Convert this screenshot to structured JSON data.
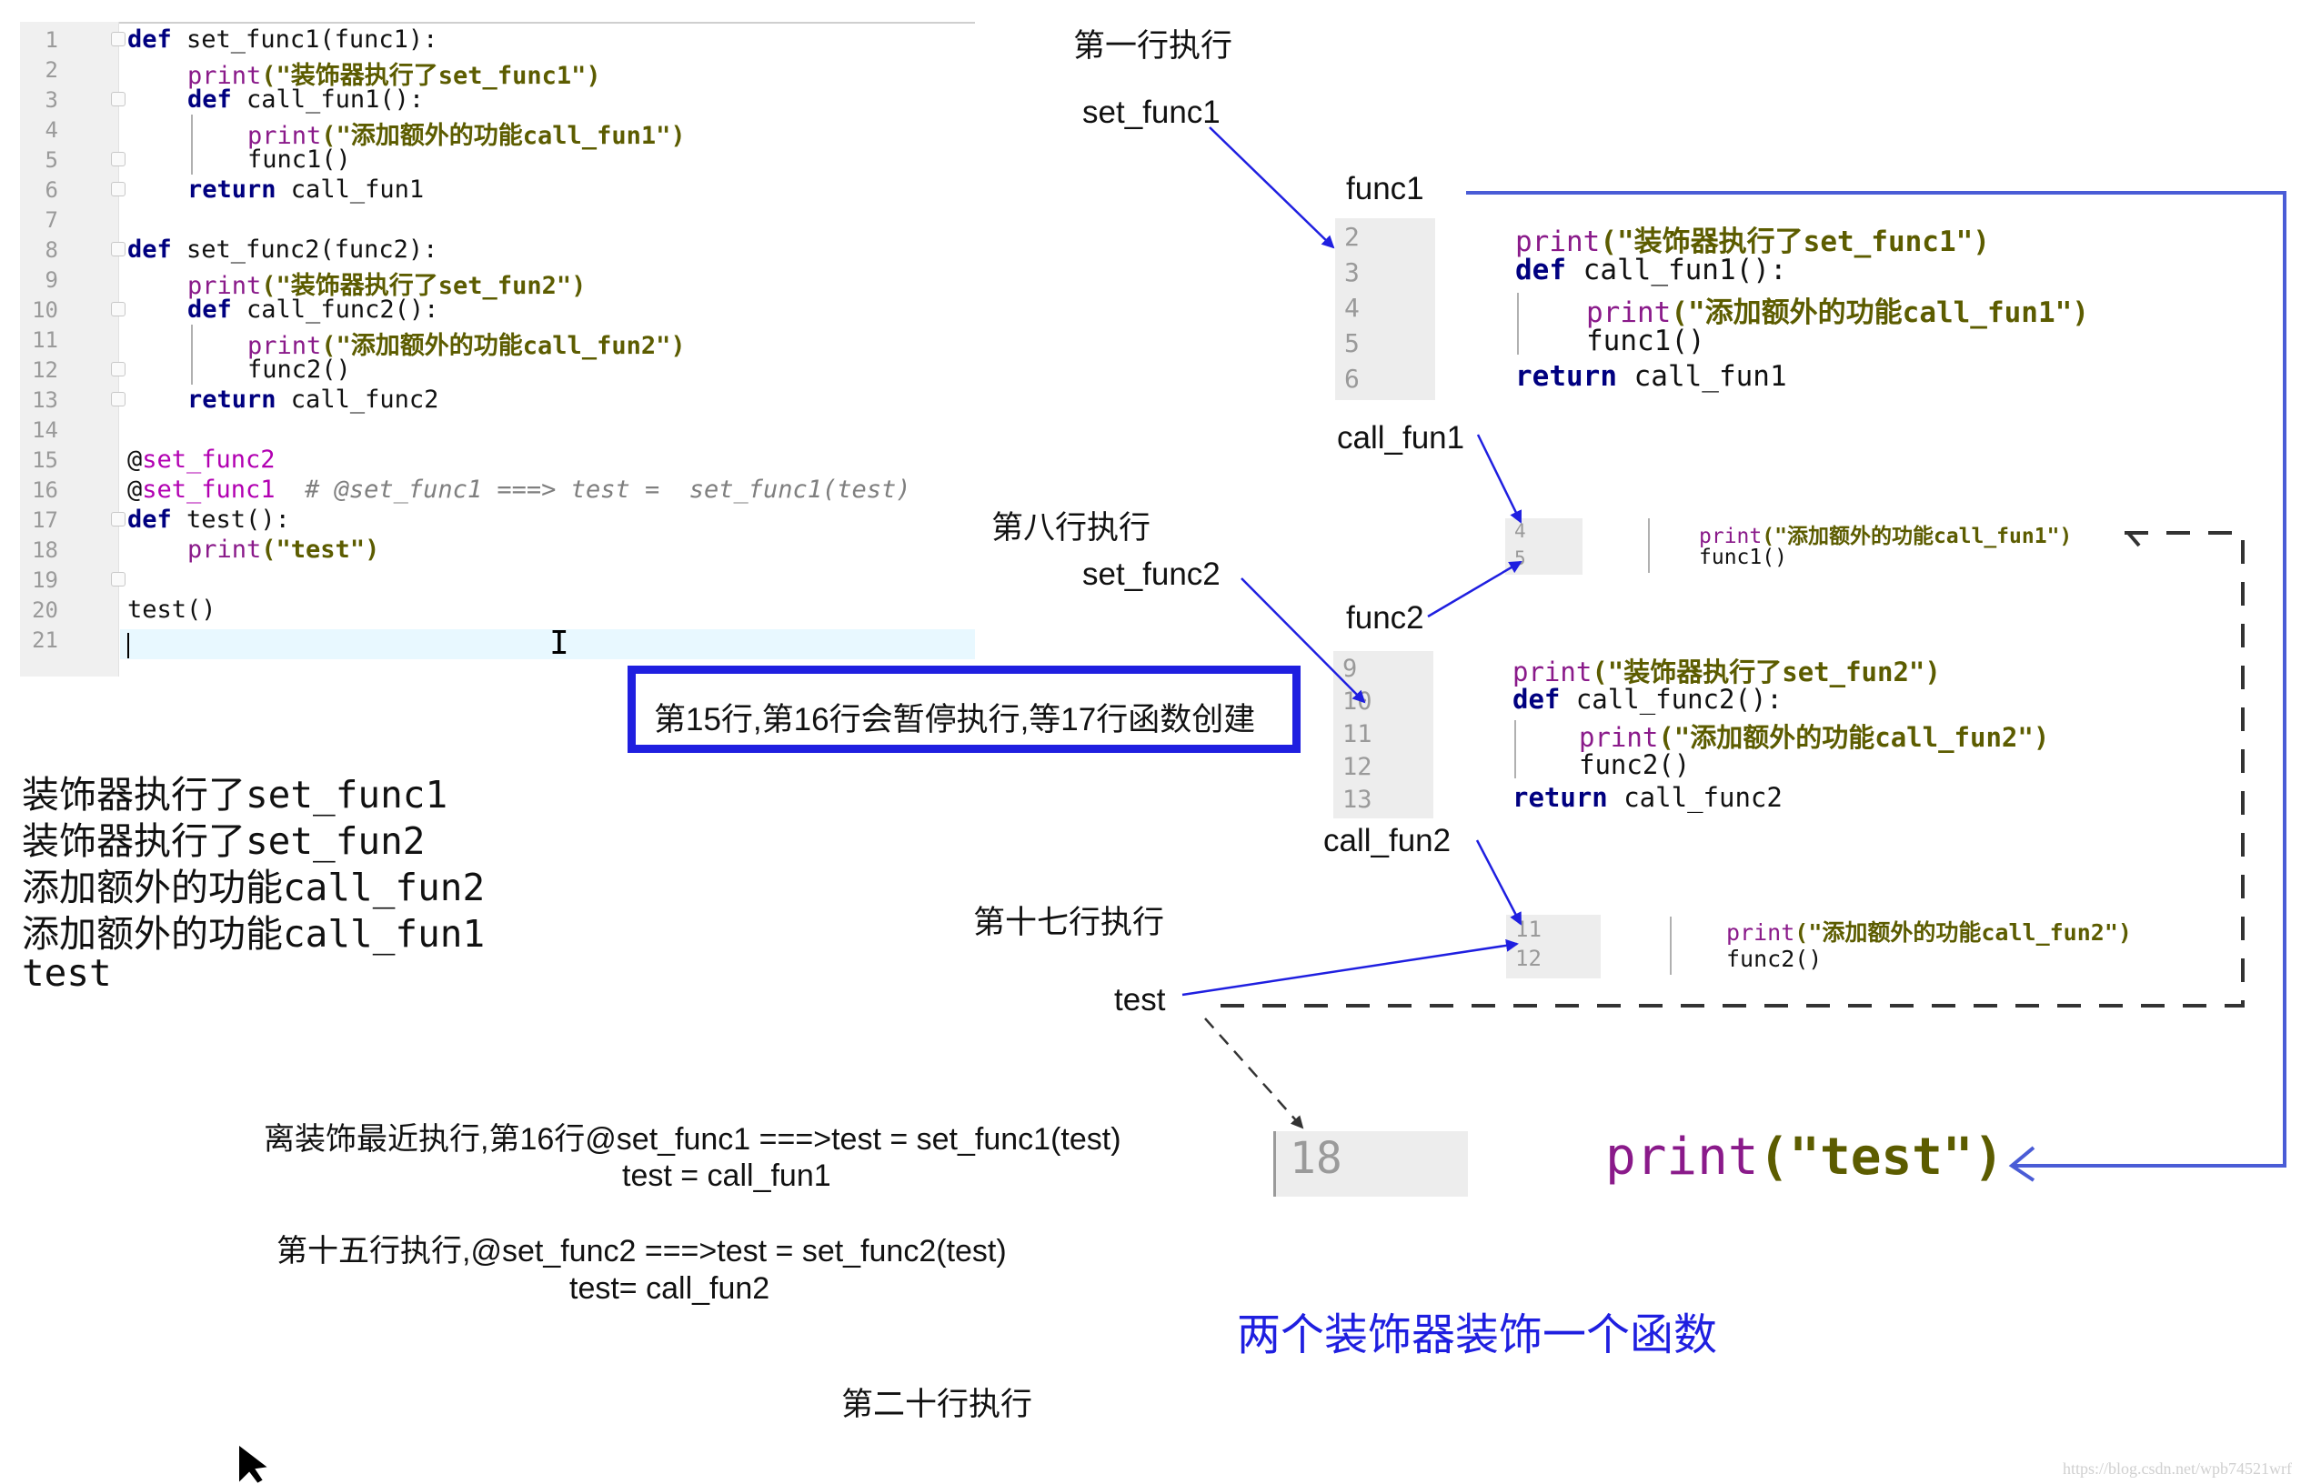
{
  "editor": {
    "line_numbers": [
      "1",
      "2",
      "3",
      "4",
      "5",
      "6",
      "7",
      "8",
      "9",
      "10",
      "11",
      "12",
      "13",
      "14",
      "15",
      "16",
      "17",
      "18",
      "19",
      "20",
      "21"
    ],
    "l1_kw": "def",
    "l1_rest": " set_func1(func1):",
    "l2_fn": "print",
    "l2_str": "(\"装饰器执行了set_func1\")",
    "l3_kw": "def",
    "l3_rest": " call_fun1():",
    "l4_fn": "print",
    "l4_str": "(\"添加额外的功能call_fun1\")",
    "l5": "func1()",
    "l6_kw": "return",
    "l6_rest": " call_fun1",
    "l8_kw": "def",
    "l8_rest": " set_func2(func2):",
    "l9_fn": "print",
    "l9_str": "(\"装饰器执行了set_fun2\")",
    "l10_kw": "def",
    "l10_rest": " call_func2():",
    "l11_fn": "print",
    "l11_str": "(\"添加额外的功能call_fun2\")",
    "l12": "func2()",
    "l13_kw": "return",
    "l13_rest": " call_func2",
    "l15_at": "@",
    "l15_deco": "set_func2",
    "l16_at": "@",
    "l16_deco": "set_func1",
    "l16_comment": "  # @set_func1 ===> test =  set_func1(test)",
    "l17_kw": "def",
    "l17_rest": " test():",
    "l18_fn": "print",
    "l18_str": "(\"test\")",
    "l20": "test()"
  },
  "output": {
    "lines": [
      "装饰器执行了set_func1",
      "装饰器执行了set_fun2",
      "添加额外的功能call_fun2",
      "添加额外的功能call_fun1",
      "test"
    ]
  },
  "labels": {
    "first_line": "第一行执行",
    "set_func1": "set_func1",
    "func1": "func1",
    "call_fun1": "call_fun1",
    "eighth_line": "第八行执行",
    "set_func2": "set_func2",
    "func2": "func2",
    "call_fun2": "call_fun2",
    "seventeenth_line": "第十七行执行",
    "test": "test",
    "twentieth_line": "第二十行执行"
  },
  "callout": "第15行,第16行会暂停执行,等17行函数创建",
  "notes": {
    "n1_line1": "离装饰最近执行,第16行@set_func1 ===>test = set_func1(test)",
    "n1_line2": "test = call_fun1",
    "n2_line1": "第十五行执行,@set_func2 ===>test = set_func2(test)",
    "n2_line2": "test= call_fun2"
  },
  "snippet_func1": {
    "nums": [
      "2",
      "3",
      "4",
      "5",
      "6"
    ],
    "l1_fn": "print",
    "l1_str": "(\"装饰器执行了set_func1\")",
    "l2_kw": "def",
    "l2_rest": " call_fun1():",
    "l3_fn": "print",
    "l3_str": "(\"添加额外的功能call_fun1\")",
    "l4": "func1()",
    "l5_kw": "return",
    "l5_rest": " call_fun1"
  },
  "snippet_callfun1": {
    "nums": [
      "4",
      "5"
    ],
    "l1_fn": "print",
    "l1_str": "(\"添加额外的功能call_fun1\")",
    "l2": "func1()"
  },
  "snippet_func2": {
    "nums": [
      "9",
      "10",
      "11",
      "12",
      "13"
    ],
    "l1_fn": "print",
    "l1_str": "(\"装饰器执行了set_fun2\")",
    "l2_kw": "def",
    "l2_rest": " call_func2():",
    "l3_fn": "print",
    "l3_str": "(\"添加额外的功能call_fun2\")",
    "l4": "func2()",
    "l5_kw": "return",
    "l5_rest": " call_func2"
  },
  "snippet_callfun2": {
    "nums": [
      "11",
      "12"
    ],
    "l1_fn": "print",
    "l1_str": "(\"添加额外的功能call_fun2\")",
    "l2": "func2()"
  },
  "snippet_test": {
    "num": "18",
    "fn": "print",
    "str": "(\"test\")"
  },
  "caption": "两个装饰器装饰一个函数",
  "watermark": "https://blog.csdn.net/wpb74521wrf",
  "colors": {
    "accent": "#1f1fe0",
    "keyword": "#000080",
    "string": "#5c5c00",
    "function": "#8a1a8a",
    "decorator": "#b200b2"
  }
}
